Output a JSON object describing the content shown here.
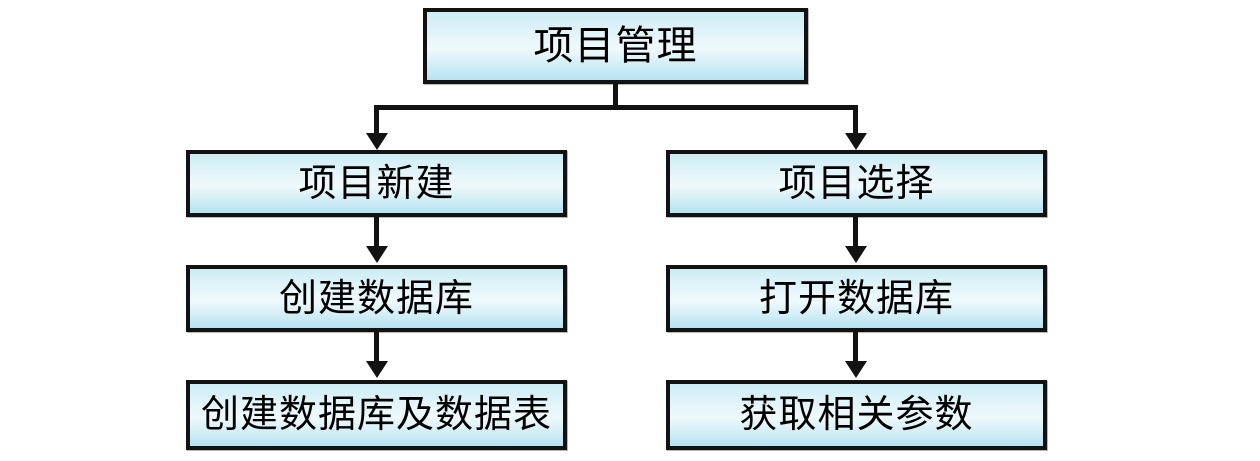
{
  "diagram": {
    "type": "flowchart",
    "orientation": "top-down",
    "title": "项目管理",
    "colors": {
      "box_border": "#121212",
      "box_fill_top": "#cdecf4",
      "box_fill_mid": "#eef9fc",
      "box_fill_bottom": "#b5e2f0",
      "connector": "#121212",
      "text": "#000000",
      "background": "#ffffff"
    },
    "root": {
      "id": "root",
      "label": "项目管理"
    },
    "branches": [
      {
        "id": "left",
        "nodes": [
          {
            "id": "l1",
            "label": "项目新建"
          },
          {
            "id": "l2",
            "label": "创建数据库"
          },
          {
            "id": "l3",
            "label": "创建数据库及数据表"
          }
        ]
      },
      {
        "id": "right",
        "nodes": [
          {
            "id": "r1",
            "label": "项目选择"
          },
          {
            "id": "r2",
            "label": "打开数据库"
          },
          {
            "id": "r3",
            "label": "获取相关参数"
          }
        ]
      }
    ],
    "connectors": [
      {
        "id": "root-split",
        "from": "root",
        "to": [
          "l1",
          "r1"
        ],
        "style": "orthogonal-split",
        "arrow": "filled-triangle"
      },
      {
        "id": "l1-l2",
        "from": "l1",
        "to": "l2",
        "style": "straight",
        "arrow": "filled-triangle"
      },
      {
        "id": "l2-l3",
        "from": "l2",
        "to": "l3",
        "style": "straight",
        "arrow": "filled-triangle"
      },
      {
        "id": "r1-r2",
        "from": "r1",
        "to": "r2",
        "style": "straight",
        "arrow": "filled-triangle"
      },
      {
        "id": "r2-r3",
        "from": "r2",
        "to": "r3",
        "style": "straight",
        "arrow": "filled-triangle"
      }
    ]
  }
}
